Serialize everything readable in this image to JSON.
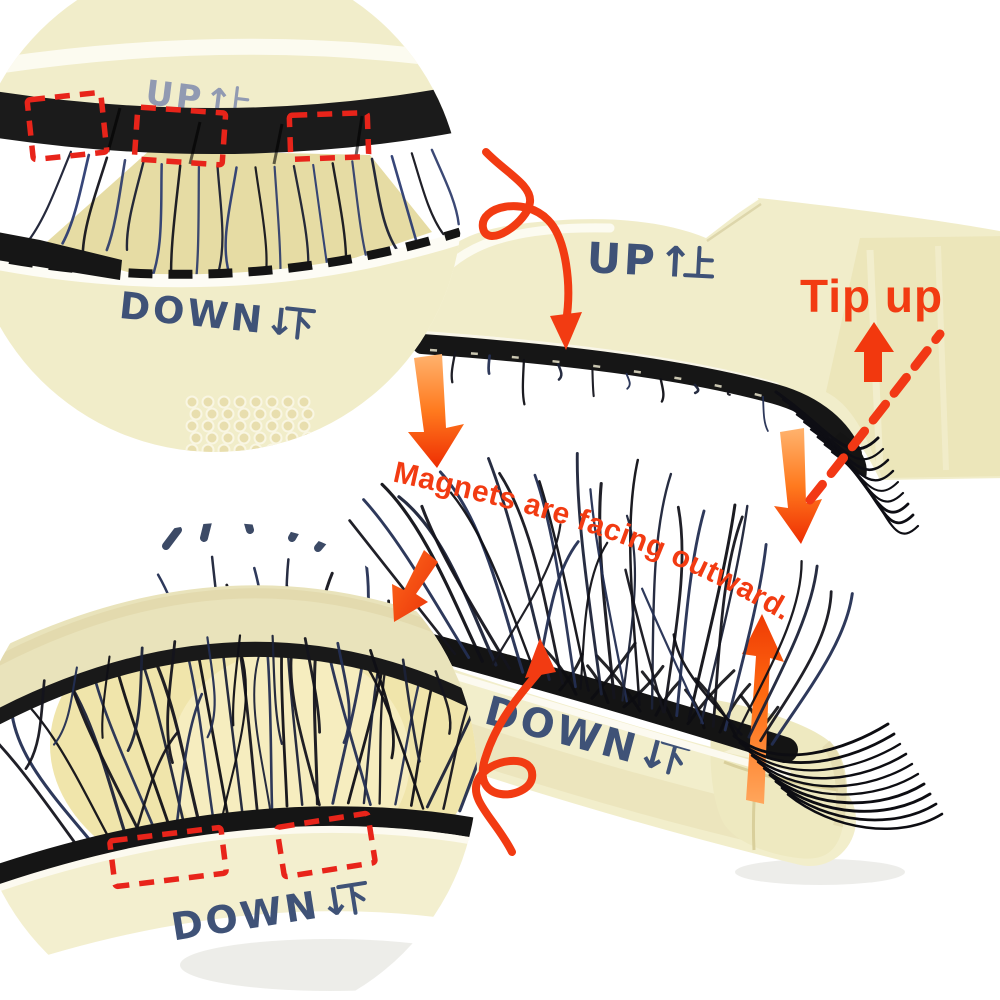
{
  "annotations": {
    "tip_up": "Tip up",
    "magnets_outward": "Magnets are facing outward.",
    "arrow_glyphs": [
      "curl-down-arrow",
      "gradient-down-arrow-left",
      "gradient-down-arrow-right",
      "tip-up-solid-arrow",
      "tip-up-dashed-curve",
      "curl-up-arrow",
      "gradient-up-arrow",
      "outward-fragment-arrow"
    ],
    "magnet_highlight_boxes": 5
  },
  "tray_main": {
    "up_label_latin": "UP↑",
    "up_label_kanji": "上",
    "up_label_full": "UP↑上",
    "down_label_latin": "DOWN↓",
    "down_label_kanji": "下",
    "down_label_full": "DOWN↓下"
  },
  "inset_top_left": {
    "up_label_latin": "UP↑",
    "up_label_kanji": "上",
    "up_label_full": "UP↑上",
    "down_label_latin": "DOWN↓",
    "down_label_kanji": "下",
    "down_label_full": "DOWN↓下"
  },
  "inset_bottom_left": {
    "down_label_latin": "DOWN↓",
    "down_label_kanji": "下",
    "down_label_full": "DOWN↓下"
  },
  "colors": {
    "background": "#ffffff",
    "tray_cream": "#f1edca",
    "tray_shade": "#e6dcaa",
    "band_black": "#171717",
    "ink_blue": "#3f5277",
    "ink_blue_faint": "#7d88ad",
    "accent_red": "#f23b12",
    "dashed_red": "#e8241a",
    "arrow_orange": "#ff7a1e"
  }
}
